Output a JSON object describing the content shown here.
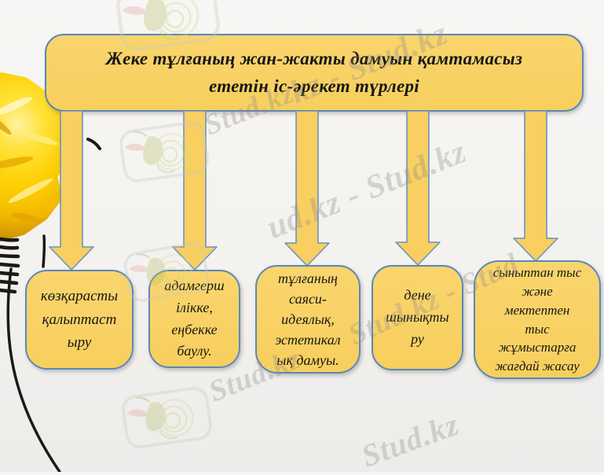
{
  "diagram": {
    "title": "Жеке тұлғаның жан-жакты дамуын қамтамасыз\nететін іс-әрекет түрлері",
    "boxes": [
      "көзқарасты\nқалыптаст\nыру",
      "адамгерш\nілікке,\nеңбекке\nбаулу.",
      "тұлғаның\nсаяси-\nидеялық,\nэстетикал\nық дамуы.",
      "дене\nшынықты\nру",
      "сыныптан тыс\nжәне\nмектептен\nтыс\nжұмыстарға\nжағдай жасау"
    ],
    "colors": {
      "node_fill": "#F8CF5E",
      "node_border": "#5C88B6",
      "arrow_fill": "#F8CF60",
      "background": "#F3F2EF",
      "flower_yellow": "#FFD103",
      "watermark_gray": "#C9C7C3"
    }
  },
  "watermarks": {
    "brand": "Stud.kz",
    "texts": [
      "Stud.kz",
      "kz - Stud.kz",
      "ud.kz - Stud.kz",
      "Stud.kz - Stud",
      "Stud.kz",
      "Stud.kz"
    ]
  }
}
